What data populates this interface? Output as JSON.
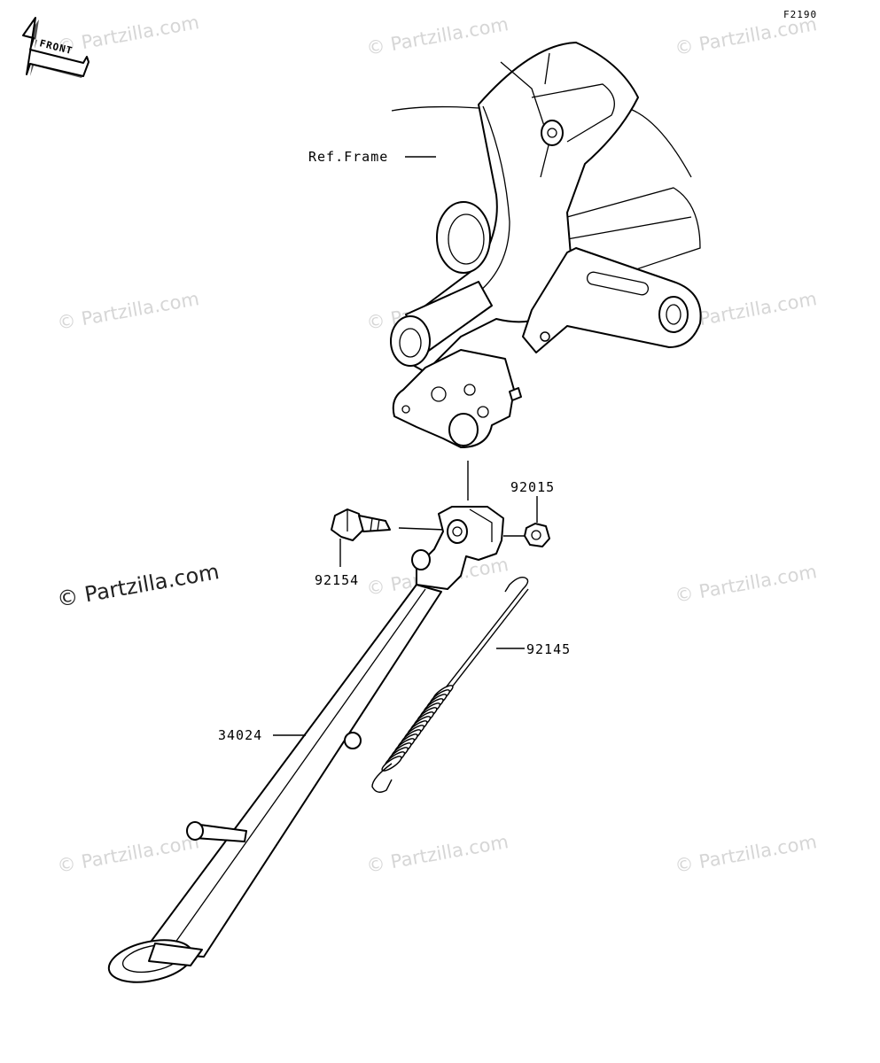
{
  "diagram_code": "F2190",
  "front_label": "FRONT",
  "watermark": "© Partzilla.com",
  "watermark_main": "© Partzilla.com",
  "labels": {
    "ref_frame": "Ref.Frame",
    "part_92015": "92015",
    "part_92154": "92154",
    "part_92145": "92145",
    "part_34024": "34024"
  }
}
